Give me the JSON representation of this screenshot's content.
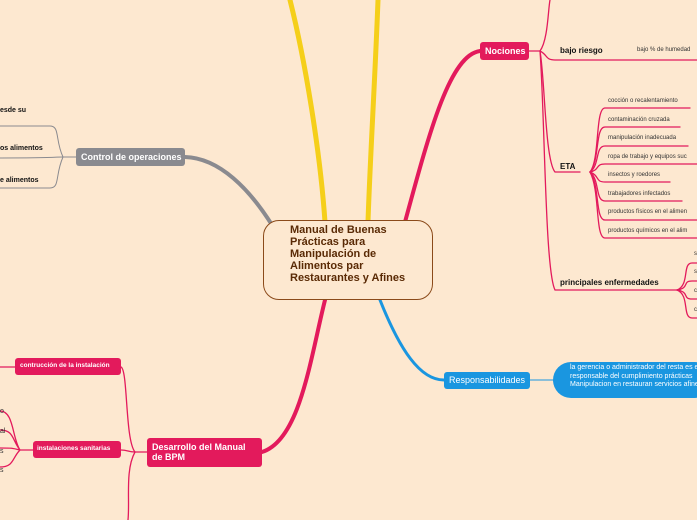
{
  "center": {
    "title": "Manual de Buenas Prácticas para Manipulación de Alimentos par Restaurantes y Afines"
  },
  "nociones": {
    "label": "Nociones",
    "bajo_riesgo": {
      "label": "bajo riesgo",
      "child": "bajo % de humedad"
    },
    "eta": {
      "label": "ETA",
      "items": [
        "cocción o recalentamiento",
        "contaminación cruzada",
        "manipulación inadecuada",
        "ropa de trabajo y equipos suc",
        "insectos y roedores",
        "trabajadores infectados",
        "productos físicos en el alimen",
        "productos químicos en el alim"
      ]
    },
    "enfermedades": {
      "label": "principales enfermedades",
      "items": [
        "s",
        "s",
        "c",
        "c"
      ]
    }
  },
  "responsabilidades": {
    "label": "Responsabilidades",
    "text": "la gerencia o administrador del resta es el responsable del cumplimiento prácticas Manipulacion en restauran servicios afines"
  },
  "control": {
    "label": "Control de operaciones",
    "items": [
      "esde su",
      "os alimentos",
      "e alimentos"
    ]
  },
  "desarrollo": {
    "label": "Desarrollo del Manual de BPM",
    "construccion": "contrucción de la instalación",
    "sanitarias": {
      "label": "instalaciones sanitarias",
      "items": [
        "o",
        "al",
        "s",
        "s"
      ]
    }
  },
  "colors": {
    "pink": "#e31a5c",
    "gray": "#8a8a8f",
    "blue": "#1a96e0",
    "yellow": "#f5cf1a"
  }
}
